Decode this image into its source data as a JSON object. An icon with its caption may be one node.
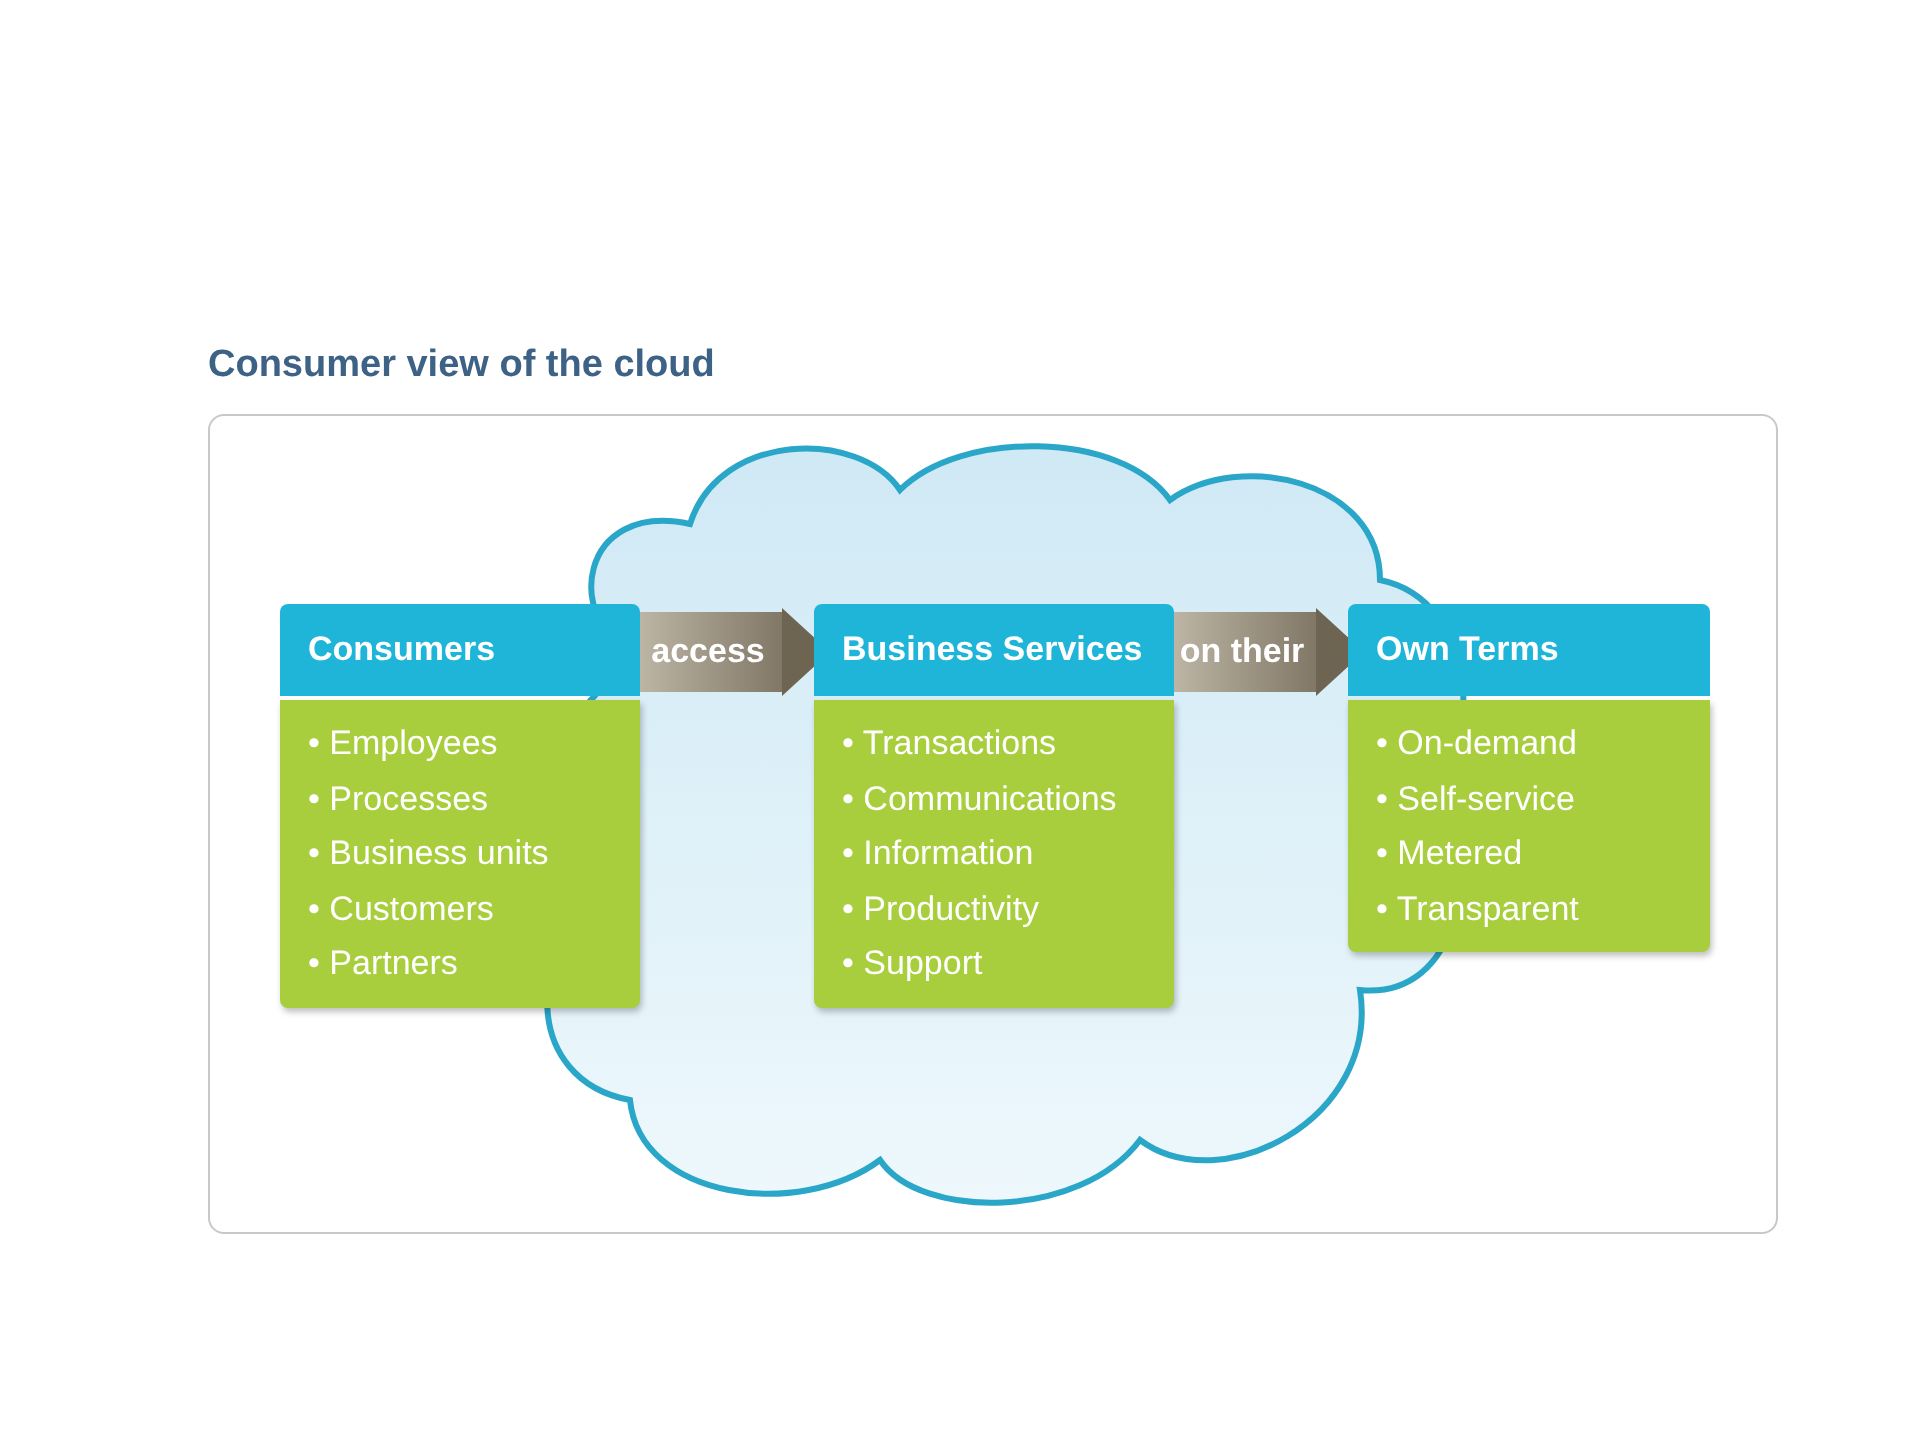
{
  "diagram": {
    "title": "Consumer view of the cloud",
    "nodes": [
      {
        "text": [
          "Consumers",
          "• Employees",
          "• Processes",
          "• Business units",
          "• Customers",
          "• Partners"
        ]
      },
      {
        "text": [
          "Business Services",
          "• Transactions",
          "• Communications",
          "• Information",
          "• Productivity",
          "• Support"
        ]
      },
      {
        "text": [
          "Own Terms",
          "• On-demand",
          "• Self-service",
          "• Metered",
          "• Transparent"
        ]
      }
    ],
    "edges": [
      {
        "from": 0,
        "to": 1,
        "arrow": "to",
        "label": "access"
      },
      {
        "from": 1,
        "to": 2,
        "arrow": "to",
        "label": "on their"
      }
    ]
  }
}
